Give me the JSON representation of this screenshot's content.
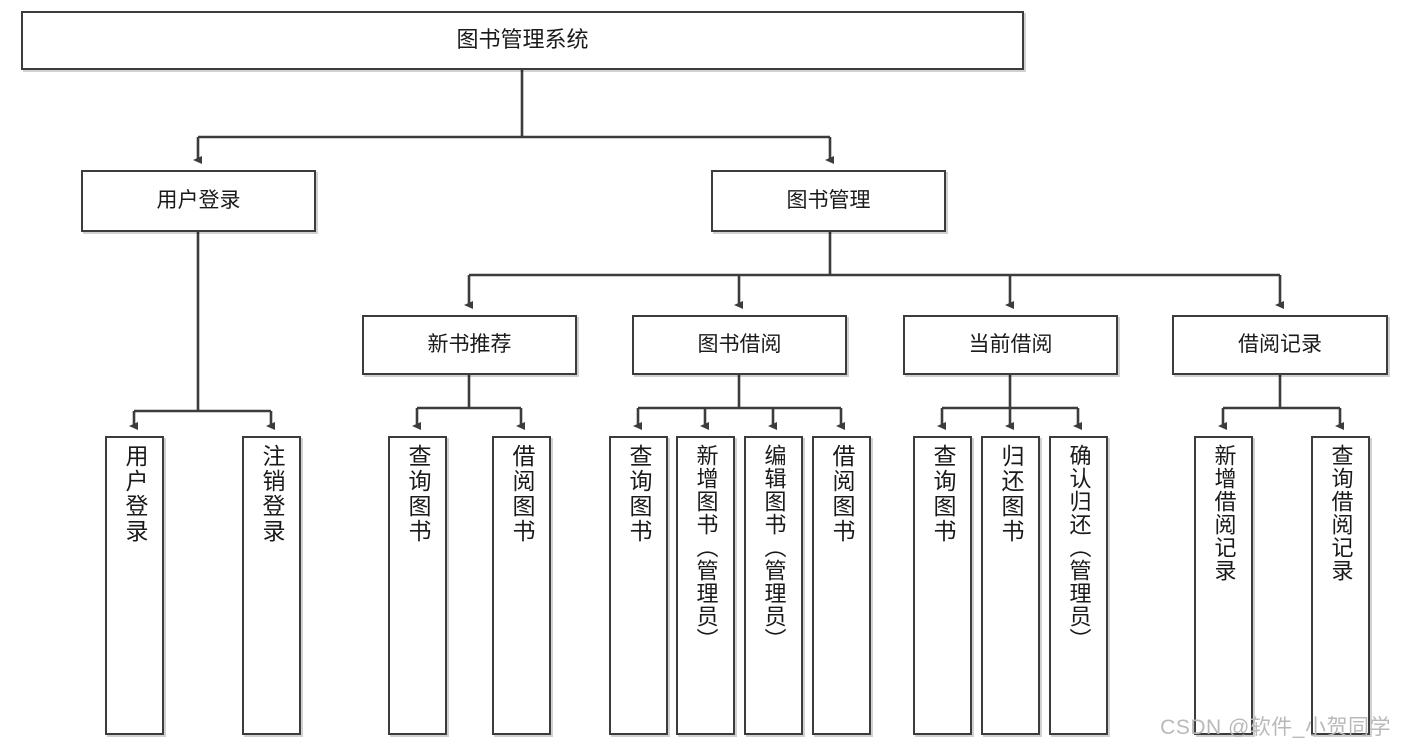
{
  "diagram": {
    "type": "tree",
    "title": "图书管理系统",
    "root": {
      "id": "root",
      "label": "图书管理系统"
    },
    "level2": [
      {
        "id": "user-login",
        "label": "用户登录"
      },
      {
        "id": "book-manage",
        "label": "图书管理"
      }
    ],
    "level3": [
      {
        "id": "new-book-recommend",
        "label": "新书推荐"
      },
      {
        "id": "book-borrow",
        "label": "图书借阅"
      },
      {
        "id": "current-borrow",
        "label": "当前借阅"
      },
      {
        "id": "borrow-record",
        "label": "借阅记录"
      }
    ],
    "leaves": {
      "user_login": [
        {
          "id": "leaf-user-login",
          "label": "用户登录"
        },
        {
          "id": "leaf-user-logout",
          "label": "注销登录"
        }
      ],
      "new_book_recommend": [
        {
          "id": "leaf-query-book-1",
          "label": "查询图书"
        },
        {
          "id": "leaf-borrow-book-1",
          "label": "借阅图书"
        }
      ],
      "book_borrow": [
        {
          "id": "leaf-query-book-2",
          "label": "查询图书"
        },
        {
          "id": "leaf-add-book",
          "label": "新增图书（管理员）"
        },
        {
          "id": "leaf-edit-book",
          "label": "编辑图书（管理员）"
        },
        {
          "id": "leaf-borrow-book-2",
          "label": "借阅图书"
        }
      ],
      "current_borrow": [
        {
          "id": "leaf-query-book-3",
          "label": "查询图书"
        },
        {
          "id": "leaf-return-book",
          "label": "归还图书"
        },
        {
          "id": "leaf-confirm-return",
          "label": "确认归还（管理员）"
        }
      ],
      "borrow_record": [
        {
          "id": "leaf-add-record",
          "label": "新增借阅记录"
        },
        {
          "id": "leaf-query-record",
          "label": "查询借阅记录"
        }
      ]
    }
  },
  "watermark": {
    "text": "CSDN @软件_小贺同学"
  },
  "colors": {
    "border": "#3c3c3c",
    "background": "#ffffff",
    "text": "#1a1a1a",
    "watermark": "#b9b9b9"
  }
}
